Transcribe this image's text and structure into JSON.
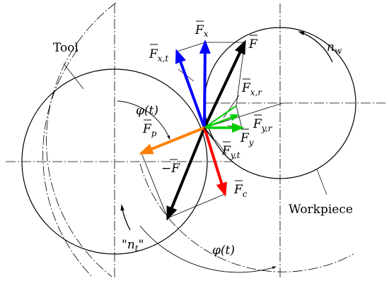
{
  "labels": {
    "tool": "Tool",
    "workpiece": "Workpiece",
    "n_w": "n",
    "n_w_sub": "w",
    "n_t": "\"n",
    "n_t_sub": "t",
    "n_t_close": "\"",
    "phi_1": "φ(t)",
    "phi_2": "φ(t)",
    "F": "F",
    "Fx": "F",
    "Fx_sub": "x",
    "Fxt": "F",
    "Fxt_sub": "x,t",
    "Fxr": "F",
    "Fxr_sub": "x,r",
    "Fyr": "F",
    "Fyr_sub": "y,r",
    "Fy": "F",
    "Fy_sub": "y",
    "Fyt": "F",
    "Fyt_sub": "y,t",
    "Fp": "F",
    "Fp_sub": "p",
    "Fc": "F",
    "Fc_sub": "c",
    "negF": "−F"
  },
  "colors": {
    "F": "#000000",
    "Fx": "#0000ff",
    "Fx_t": "#0000ff",
    "Fy": "#00cc00",
    "Fy_r": "#00cc00",
    "Fp": "#ff8000",
    "Fc": "#ff0000",
    "construction": "#000000"
  }
}
